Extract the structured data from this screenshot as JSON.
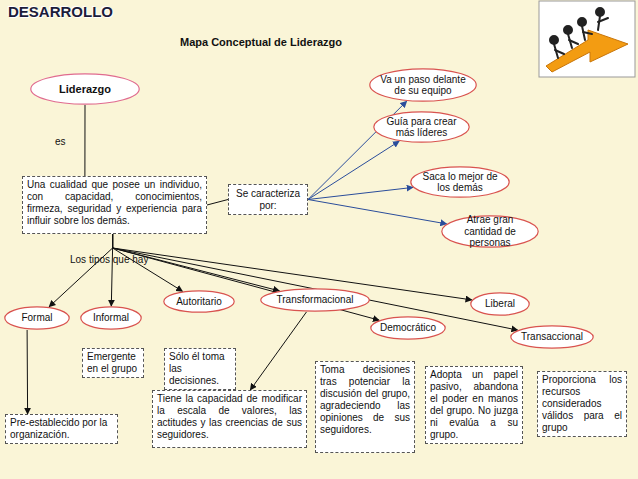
{
  "diagram": {
    "title": "Mapa Conceptual de Liderazgo",
    "nodes": [
      {
        "text": [
          "Liderazgo"
        ]
      },
      {
        "text": [
          "Una cualidad que posee un individuo, con capacidad, conocimientos, firmeza, seguridad y experiencia para influir sobre los demás."
        ]
      },
      {
        "text": [
          "Se caracteriza por:"
        ]
      },
      {
        "text": [
          "Va un paso delante de su equipo"
        ]
      },
      {
        "text": [
          "Guía para crear más líderes"
        ]
      },
      {
        "text": [
          "Saca lo mejor de los demás"
        ]
      },
      {
        "text": [
          "Atrae gran cantidad de personas"
        ]
      },
      {
        "text": [
          "Formal"
        ]
      },
      {
        "text": [
          "Informal"
        ]
      },
      {
        "text": [
          "Autoritario"
        ]
      },
      {
        "text": [
          "Transformacional"
        ]
      },
      {
        "text": [
          "Democrático"
        ]
      },
      {
        "text": [
          "Liberal"
        ]
      },
      {
        "text": [
          "Transaccional"
        ]
      },
      {
        "text": [
          "Emergente en el grupo"
        ]
      },
      {
        "text": [
          "Sólo él toma las decisiones."
        ]
      },
      {
        "text": [
          "Pre-establecido por la organización."
        ]
      },
      {
        "text": [
          "Tiene la capacidad de modificar la escala de valores, las actitudes y las creencias de sus seguidores."
        ]
      },
      {
        "text": [
          "Toma decisiones tras potenciar la discusión del grupo, agradeciendo las opiniones de sus seguidores."
        ]
      },
      {
        "text": [
          "Adopta un papel pasivo, abandona el poder en manos del grupo. No juzga ni evalúa a su grupo."
        ]
      },
      {
        "text": [
          "Proporciona los recursos considerados válidos para el grupo"
        ]
      }
    ],
    "edges": [
      {
        "from": 0,
        "to": 1,
        "arrow": "none",
        "label": "es"
      },
      {
        "from": 1,
        "to": 2,
        "arrow": "none"
      },
      {
        "from": 2,
        "to": 3,
        "arrow": "to"
      },
      {
        "from": 2,
        "to": 4,
        "arrow": "to"
      },
      {
        "from": 2,
        "to": 5,
        "arrow": "to"
      },
      {
        "from": 2,
        "to": 6,
        "arrow": "to"
      },
      {
        "from": 1,
        "to": 7,
        "arrow": "to"
      },
      {
        "from": 1,
        "to": 8,
        "arrow": "to"
      },
      {
        "from": 1,
        "to": 9,
        "arrow": "to"
      },
      {
        "from": 1,
        "to": 10,
        "arrow": "to"
      },
      {
        "from": 1,
        "to": 11,
        "arrow": "to"
      },
      {
        "from": 1,
        "to": 12,
        "arrow": "to"
      },
      {
        "from": 1,
        "to": 13,
        "arrow": "to"
      },
      {
        "from": 7,
        "to": 16,
        "arrow": "to"
      },
      {
        "from": 10,
        "to": 17,
        "arrow": "to"
      }
    ],
    "labels": [
      "DESARROLLO",
      "Los tipos que hay"
    ]
  }
}
